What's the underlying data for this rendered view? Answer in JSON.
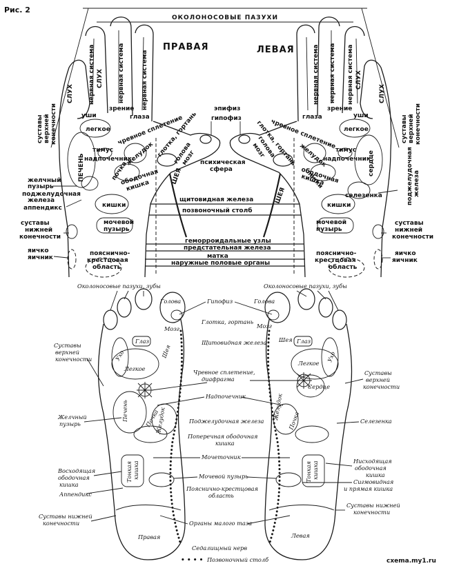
{
  "figure_label": "Рис. 2",
  "watermark": "cxema.my1.ru",
  "hands": {
    "top_header": "ОКОЛОНОСОВЫЕ ПАЗУХИ",
    "right_title": "ПРАВАЯ",
    "left_title": "ЛЕВАЯ",
    "center": {
      "epiphysis": "эпифиз",
      "hypophysis": "гипофиз",
      "psychic_sphere_1": "психическая",
      "psychic_sphere_2": "сфера",
      "thyroid": "щитовидная железа",
      "spine": "позвоночный столб",
      "hemorrhoids": "геморроидальные узлы",
      "prostate": "предстательная железа",
      "uterus": "матка",
      "genitals": "наружные половые органы"
    },
    "right": {
      "nervous_1": "нервная система",
      "hearing_nervous": "нервная система",
      "hearing_2": "СЛУХ",
      "nervous_3": "нервная система",
      "hearing": "СЛУХ",
      "ears": "уши",
      "vision": "зрение",
      "eyes": "глаза",
      "joints_upper_1": "суставы",
      "joints_upper_2": "верхней",
      "joints_upper_3": "конечности",
      "lung": "легкое",
      "solar_plexus": "чревное сплетение",
      "liver": "ПЕЧЕНЬ",
      "thymus": "тимус",
      "adrenal": "надпочечник",
      "stomach": "желудок",
      "throat": "глотка, гортань",
      "head_brain_1": "голова",
      "head_brain_2": "мозг",
      "neck": "ШЕЯ",
      "kidney": "почка",
      "colon_1": "ободочная",
      "colon_2": "кишка",
      "gallbladder_1": "желчный",
      "gallbladder_2": "пузырь",
      "pancreas_1": "поджелудочная",
      "pancreas_2": "железа",
      "appendix": "аппендикс",
      "intestines": "кишки",
      "joints_lower_1": "суставы",
      "joints_lower_2": "нижней",
      "joints_lower_3": "конечности",
      "bladder_1": "мочевой",
      "bladder_2": "пузырь",
      "testicle": "яичко",
      "ovary": "яичник",
      "lumbosacral_1": "пояснично-",
      "lumbosacral_2": "крестцовая",
      "lumbosacral_3": "область"
    },
    "left": {
      "nervous_1": "нервная система",
      "nervous_2": "нервная система",
      "hearing_nervous": "нервная система",
      "hearing_2": "СЛУХ",
      "hearing": "СЛУХ",
      "ears": "уши",
      "vision": "зрение",
      "eyes": "глаза",
      "joints_upper_1": "суставы",
      "joints_upper_2": "верхней",
      "joints_upper_3": "конечности",
      "lung": "легкое",
      "solar_plexus": "чревное сплетение",
      "heart": "сердце",
      "thymus": "тимус",
      "adrenal": "надпочечник",
      "stomach": "желудок",
      "throat": "глотка, гортань",
      "head_brain_1": "голова",
      "head_brain_2": "мозг",
      "neck": "ШЕЯ",
      "kidney": "почки",
      "colon_1": "ободочная",
      "colon_2": "кишка",
      "spleen": "селезенка",
      "pancreas_1": "поджелудочная",
      "pancreas_2": "железа",
      "intestines": "кишки",
      "joints_lower_1": "суставы",
      "joints_lower_2": "нижней",
      "joints_lower_3": "конечности",
      "bladder_1": "мочевой",
      "bladder_2": "пузырь",
      "testicle": "яичко",
      "ovary": "яичник",
      "lumbosacral_1": "пояснично-",
      "lumbosacral_2": "крестцовая",
      "lumbosacral_3": "область"
    }
  },
  "feet": {
    "sinuses_right": "Околоносовые пазухи, зубы",
    "sinuses_left": "Околоносовые пазухи, зубы",
    "hypophysis": "Гипофиз",
    "throat": "Глотка, гортань",
    "thyroid": "Щитовидная железа",
    "solar_plexus_1": "Чревное сплетение,",
    "solar_plexus_2": "диафрагма",
    "adrenal": "Надпочечник",
    "pancreas": "Поджелудочная железа",
    "transverse_colon_1": "Поперечная ободочная",
    "transverse_colon_2": "кишка",
    "ureters": "Мочеточник",
    "bladder": "Мочевой пузырь",
    "lumbosacral_1": "Пояснично-крестцовая",
    "lumbosacral_2": "область",
    "pelvic_organs": "Органы малого таза",
    "sciatic": "Седалищный нерв",
    "spine": "Позвоночный столб",
    "right_foot": {
      "head": "Голова",
      "brain": "Мозг",
      "ear": "Ухо",
      "eye": "Глаз",
      "neck": "Шея",
      "lung": "Легкое",
      "liver": "Печень",
      "stomach": "Желудок",
      "kidney": "Почка",
      "small_intestine_1": "Тонкая",
      "small_intestine_2": "кишка",
      "joints_upper_1": "Суставы",
      "joints_upper_2": "верхней",
      "joints_upper_3": "конечности",
      "gallbladder_1": "Желчный",
      "gallbladder_2": "пузырь",
      "ascending_colon_1": "Восходящая",
      "ascending_colon_2": "ободочная",
      "ascending_colon_3": "кишка",
      "appendix": "Аппендикс",
      "joints_lower_1": "Суставы нижней",
      "joints_lower_2": "конечности",
      "sole": "Правая"
    },
    "left_foot": {
      "head": "Голова",
      "brain": "Мозг",
      "eye": "Глаз",
      "neck": "Шея",
      "ear": "Ухо",
      "lung": "Легкое",
      "heart": "Сердце",
      "stomach": "Желудок",
      "kidney": "Почка",
      "spleen": "Селезенка",
      "small_intestine_1": "Тонкая",
      "small_intestine_2": "кишка",
      "joints_upper_1": "Суставы",
      "joints_upper_2": "верхней",
      "joints_upper_3": "конечности",
      "descending_colon_1": "Нисходящая",
      "descending_colon_2": "ободочная",
      "descending_colon_3": "кишка",
      "sigmoid_1": "Сигмовидная",
      "sigmoid_2": "и прямая кишка",
      "joints_lower_1": "Суставы нижней",
      "joints_lower_2": "конечности",
      "sole": "Левая"
    }
  }
}
